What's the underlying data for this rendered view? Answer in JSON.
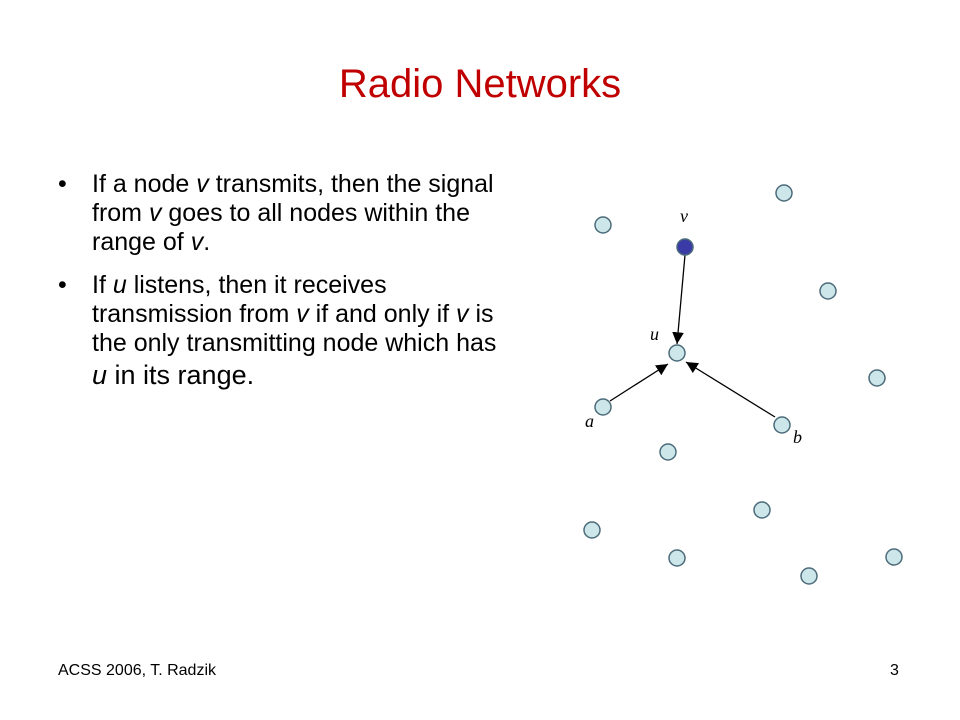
{
  "slide": {
    "title": "Radio Networks",
    "bullet_symbol": "•",
    "bullets": [
      [
        {
          "t": "If a node ",
          "i": false
        },
        {
          "t": "v",
          "i": true
        },
        {
          "t": " transmits, then the signal from ",
          "i": false
        },
        {
          "t": "v",
          "i": true
        },
        {
          "t": " goes to all nodes within the range of ",
          "i": false
        },
        {
          "t": "v",
          "i": true
        },
        {
          "t": ".",
          "i": false
        }
      ],
      [
        {
          "t": "If ",
          "i": false
        },
        {
          "t": "u",
          "i": true
        },
        {
          "t": " listens, then it receives transmission from ",
          "i": false
        },
        {
          "t": "v",
          "i": true
        },
        {
          "t": " if and only if ",
          "i": false
        },
        {
          "t": "v",
          "i": true
        },
        {
          "t": " is the only transmitting node which has ",
          "i": false
        },
        {
          "t": "u in its range.",
          "i": "partial"
        }
      ]
    ],
    "footer_left": "ACSS 2006, T. Radzik",
    "page_number": "3"
  },
  "diagram": {
    "colors": {
      "node": "#cde6ea",
      "transmitter": "#3b3ba8",
      "edge": "#000000"
    },
    "labels": {
      "v": "v",
      "u": "u",
      "a": "a",
      "b": "b"
    },
    "transmitting_node": "v",
    "receiving_node": "u",
    "edges": [
      {
        "from": "v",
        "to": "u"
      },
      {
        "from": "a",
        "to": "u"
      },
      {
        "from": "b",
        "to": "u"
      }
    ]
  }
}
